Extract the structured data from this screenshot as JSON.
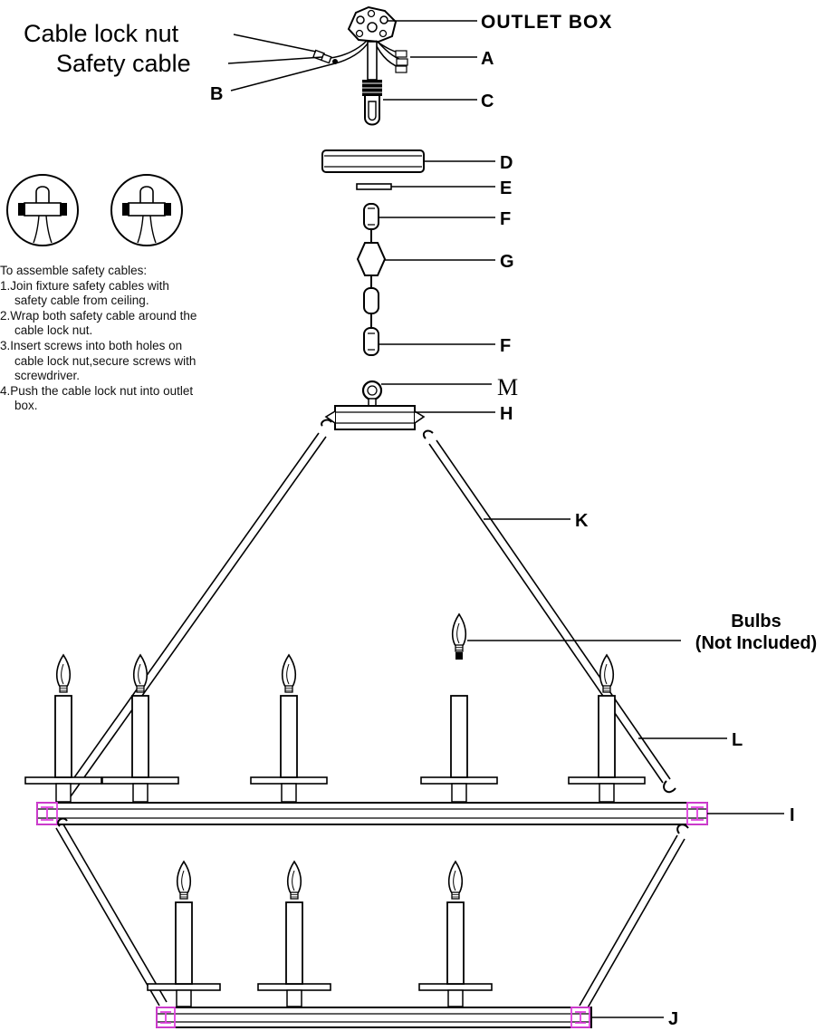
{
  "callouts": {
    "cable_lock_nut": "Cable lock nut",
    "safety_cable": "Safety cable",
    "outlet_box": "OUTLET BOX",
    "A": "A",
    "B": "B",
    "C": "C",
    "D": "D",
    "E": "E",
    "F_top": "F",
    "G": "G",
    "F_bottom": "F",
    "M": "M",
    "H": "H",
    "K": "K",
    "bulbs_line1": "Bulbs",
    "bulbs_line2": "(Not Included)",
    "I": "I",
    "L": "L",
    "J": "J"
  },
  "instructions": {
    "heading": "To assemble safety cables:",
    "step1_a": "1.Join fixture safety cables with",
    "step1_b": "safety cable from ceiling.",
    "step2_a": "2.Wrap both safety cable around the",
    "step2_b": "cable lock nut.",
    "step3_a": "3.Insert screws into both holes on",
    "step3_b": "cable lock nut,secure screws with",
    "step3_c": "screwdriver.",
    "step4_a": "4.Push the cable lock nut into outlet",
    "step4_b": "box."
  },
  "colors": {
    "line": "#000000",
    "highlight": "#e040e0",
    "background": "#ffffff"
  }
}
